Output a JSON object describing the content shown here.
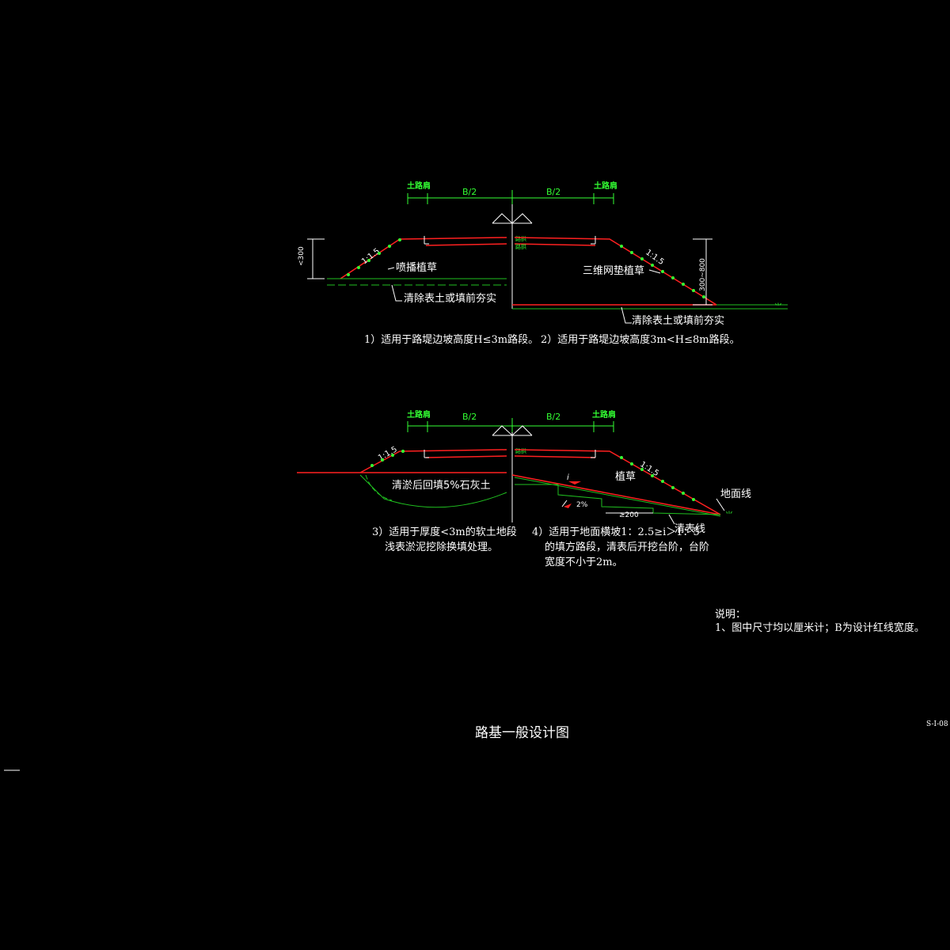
{
  "labels": {
    "shoulder": "土路肩",
    "half_b": "B/2",
    "slope": "1:1.5",
    "height_dim": "<300",
    "height_dim_right": "300~800",
    "crown": "路拱",
    "d1_spray": "喷播植草",
    "d1_clear": "清除表土或填前夯实",
    "d2_mesh": "三维网垫植草",
    "d2_clear": "清除表土或填前夯实",
    "d3_fill": "清淤后回填5%石灰土",
    "d4_grass": "植草",
    "ground_line": "地面线",
    "clear_surface_line": "清表线",
    "step_width": "≥200",
    "slope_2pct": "2%",
    "slope_i": "i"
  },
  "captions": {
    "c1": "1）适用于路堤边坡高度H≤3m路段。",
    "c2": "2）适用于路堤边坡高度3m<H≤8m路段。",
    "c3_line1": "3）适用于厚度<3m的软土地段",
    "c3_line2": "浅表淤泥挖除换填处理。",
    "c4_line1": "4）适用于地面横坡1：2.5≥i＞1：5",
    "c4_line2": "的填方路段，清表后开挖台阶，台阶",
    "c4_line3": "宽度不小于2m。"
  },
  "notes": {
    "heading": "说明：",
    "item1": "1、图中尺寸均以厘米计；B为设计红线宽度。"
  },
  "title": "路基一般设计图",
  "drawing_no": "S-I-08",
  "colors": {
    "background": "#000000",
    "text": "#ffffff",
    "dimension": "#33ff33",
    "design_line": "#ff2020",
    "ground": "#20c020"
  }
}
